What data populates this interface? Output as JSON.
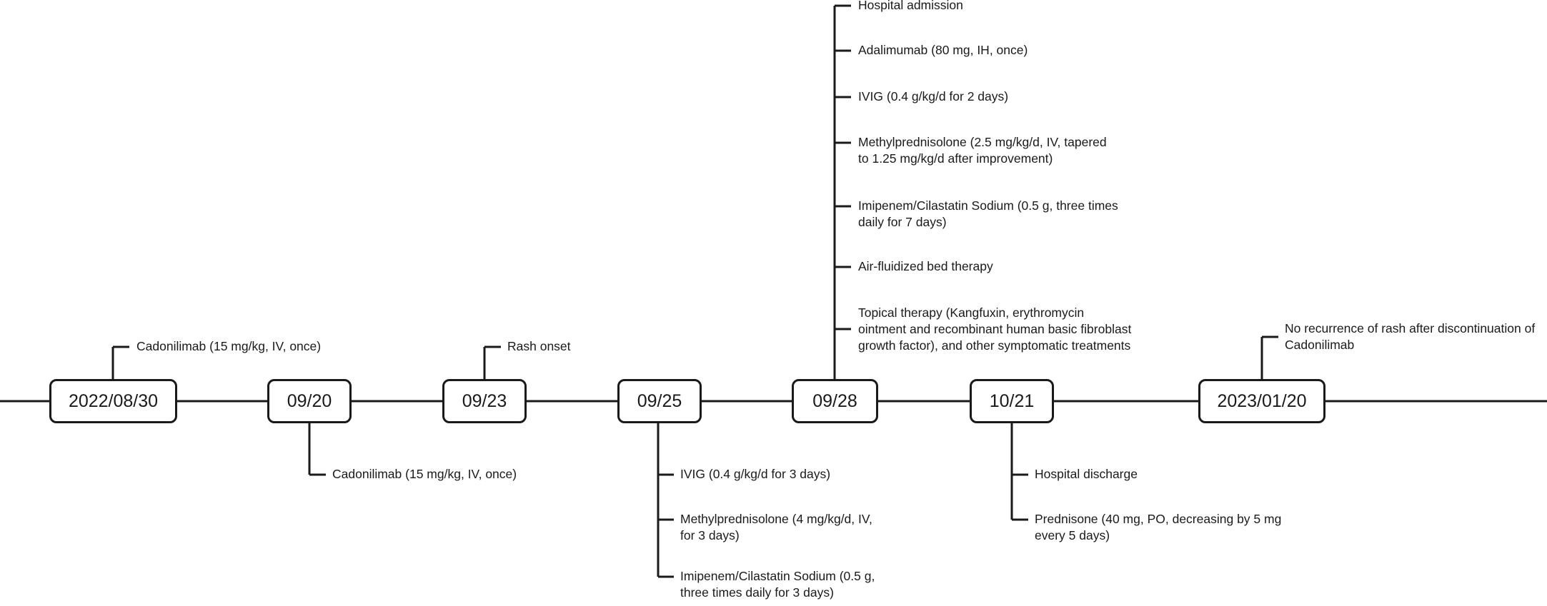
{
  "colors": {
    "line": "#1a1a1a",
    "text": "#1a1a1a",
    "background": "#ffffff"
  },
  "timeline": [
    {
      "date": "2022/08/30",
      "events_above": [
        "Cadonilimab (15 mg/kg, IV, once)"
      ],
      "events_below": []
    },
    {
      "date": "09/20",
      "events_above": [],
      "events_below": [
        "Cadonilimab (15 mg/kg, IV, once)"
      ]
    },
    {
      "date": "09/23",
      "events_above": [
        "Rash onset"
      ],
      "events_below": []
    },
    {
      "date": "09/25",
      "events_above": [],
      "events_below": [
        "IVIG (0.4 g/kg/d for 3 days)",
        "Methylprednisolone (4 mg/kg/d, IV,\nfor 3 days)",
        "Imipenem/Cilastatin Sodium (0.5 g,\nthree times daily for 3 days)"
      ]
    },
    {
      "date": "09/28",
      "events_above": [
        "Hospital admission",
        "Adalimumab (80 mg, IH, once)",
        "IVIG (0.4 g/kg/d for 2 days)",
        "Methylprednisolone (2.5 mg/kg/d, IV, tapered\nto 1.25 mg/kg/d after improvement)",
        "Imipenem/Cilastatin Sodium (0.5 g, three times\ndaily for 7 days)",
        "Air-fluidized bed therapy",
        "Topical therapy (Kangfuxin, erythromycin\nointment and recombinant human basic fibroblast\ngrowth factor), and other symptomatic treatments"
      ],
      "events_below": []
    },
    {
      "date": "10/21",
      "events_above": [],
      "events_below": [
        "Hospital discharge",
        "Prednisone (40 mg, PO, decreasing by 5 mg\nevery 5 days)"
      ]
    },
    {
      "date": "2023/01/20",
      "events_above": [
        "No recurrence of rash after discontinuation of\nCadonilimab"
      ],
      "events_below": []
    }
  ]
}
